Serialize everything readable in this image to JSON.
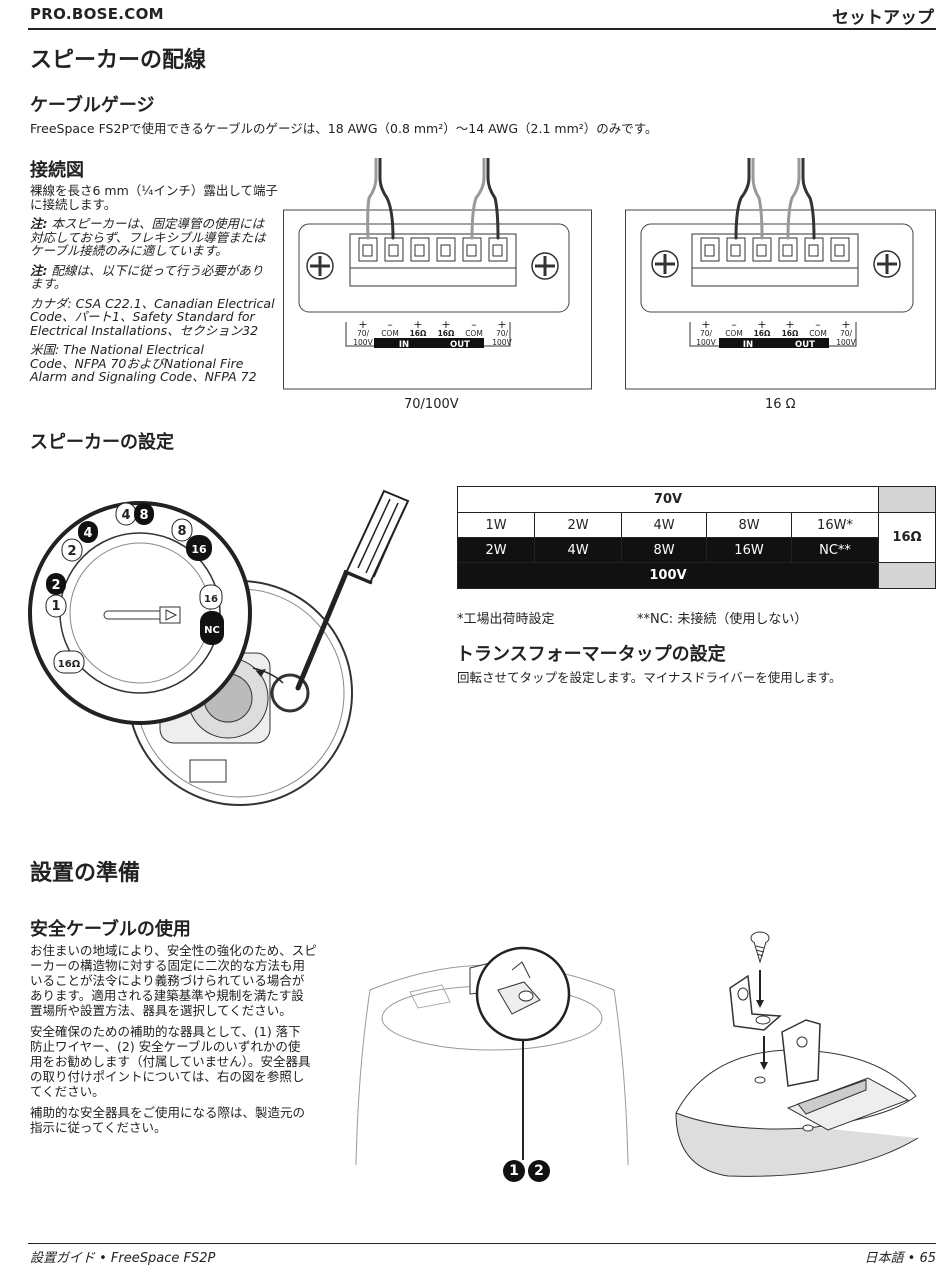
{
  "header": {
    "site": "PRO.BOSE.COM",
    "section": "セットアップ"
  },
  "wiring": {
    "title": "スピーカーの配線",
    "cable_gauge": {
      "title": "ケーブルゲージ",
      "text": "FreeSpace FS2Pで使用できるケーブルのゲージは、18 AWG（0.8 mm²）〜14 AWG（2.1 mm²）のみです。"
    },
    "diagram": {
      "title": "接続図",
      "line1": "裸線を長さ6 mm（¼インチ）露出して端子",
      "line2": "に接続します。",
      "note1_label": "注:",
      "note1_l1": " 本スピーカーは、固定導管の使用には",
      "note1_l2": "対応しておらず、フレキシブル導管または",
      "note1_l3": "ケーブル接続のみに適しています。",
      "note2_label": "注:",
      "note2_l1": " 配線は、以下に従って行う必要があり",
      "note2_l2": "ます。",
      "canada_l1": "カナダ: CSA C22.1、Canadian Electrical",
      "canada_l2": "Code、パート1、Safety Standard for",
      "canada_l3": "Electrical Installations、セクション32",
      "us_l1": "米国: The National Electrical",
      "us_l2": "Code、NFPA 70およびNational Fire",
      "us_l3": "Alarm and Signaling Code、NFPA 72"
    },
    "terminal": {
      "plus": "+",
      "minus": "–",
      "t70": "70/",
      "t100": "100V",
      "com": "COM",
      "t16": "16Ω",
      "in": "IN",
      "out": "OUT"
    },
    "caption_left": "70/100V",
    "caption_right": "16 Ω"
  },
  "speaker_settings": {
    "title": "スピーカーの設定",
    "dial": {
      "l1": "1",
      "l2": "2",
      "l2b": "2",
      "l4": "4",
      "l4b": "4",
      "l8": "8",
      "l8b": "8",
      "l16": "16",
      "l16b": "16",
      "nc": "NC",
      "l16o": "16Ω"
    },
    "table": {
      "header_70v": "70V",
      "row_70v": [
        "1W",
        "2W",
        "4W",
        "8W",
        "16W*"
      ],
      "row_100v": [
        "2W",
        "4W",
        "8W",
        "16W",
        "NC**"
      ],
      "header_100v": "100V",
      "side": "16Ω"
    },
    "footnote1": "*工場出荷時設定",
    "footnote2": "**NC: 未接続（使用しない）",
    "transformer": {
      "title": "トランスフォーマータップの設定",
      "text": "回転させてタップを設定します。マイナスドライバーを使用します。"
    }
  },
  "installation": {
    "title": "設置の準備",
    "safety_cable": {
      "title": "安全ケーブルの使用",
      "p1_l1": "お住まいの地域により、安全性の強化のため、スピ",
      "p1_l2": "ーカーの構造物に対する固定に二次的な方法も用",
      "p1_l3": "いることが法令により義務づけられている場合が",
      "p1_l4": "あります。適用される建築基準や規制を満たす設",
      "p1_l5": "置場所や設置方法、器具を選択してください。",
      "p2_l1": "安全確保のための補助的な器具として、(1) 落下",
      "p2_l2": "防止ワイヤー、(2) 安全ケーブルのいずれかの使",
      "p2_l3": "用をお勧めします（付属していません）。安全器具",
      "p2_l4": "の取り付けポイントについては、右の図を参照し",
      "p2_l5": "てください。",
      "p3_l1": "補助的な安全器具をご使用になる際は、製造元の",
      "p3_l2": "指示に従ってください。"
    },
    "badge1": "1",
    "badge2": "2"
  },
  "footer": {
    "left": "設置ガイド • FreeSpace FS2P",
    "right": "日本語 • 65"
  }
}
